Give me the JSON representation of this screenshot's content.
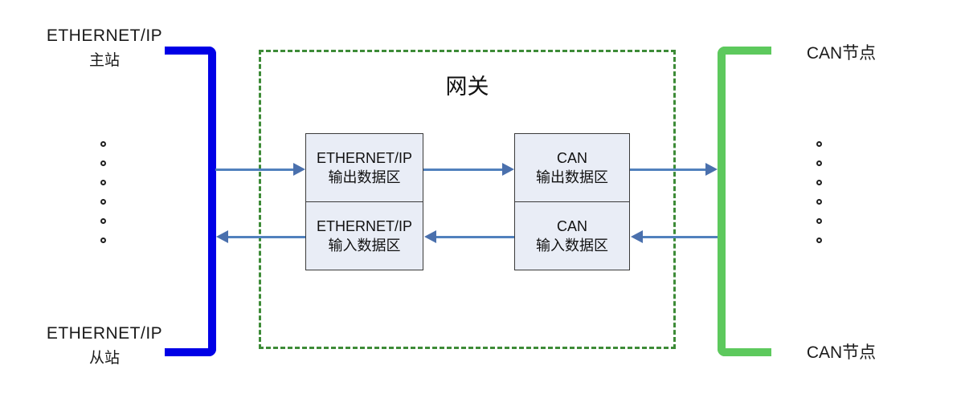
{
  "left_side": {
    "top_label": {
      "line1": "ETHERNET/IP",
      "line2": "主站"
    },
    "bottom_label": {
      "line1": "ETHERNET/IP",
      "line2": "从站"
    },
    "bus_color": "#0000e6"
  },
  "right_side": {
    "top_label": "CAN节点",
    "bottom_label": "CAN节点",
    "bus_color": "#5dc95d"
  },
  "gateway": {
    "title": "网关",
    "border_color": "#3d8b37",
    "box_fill": "#e9edf6",
    "boxes": {
      "eth_out": {
        "line1": "ETHERNET/IP",
        "line2": "输出数据区"
      },
      "eth_in": {
        "line1": "ETHERNET/IP",
        "line2": "输入数据区"
      },
      "can_out": {
        "line1": "CAN",
        "line2": "输出数据区"
      },
      "can_in": {
        "line1": "CAN",
        "line2": "输入数据区"
      }
    }
  },
  "arrows": {
    "color": "#5181bd",
    "head_color": "#4a70ad",
    "top_row_direction": "left-to-right",
    "bottom_row_direction": "right-to-left"
  },
  "ellipsis": {
    "dots_per_side": 6
  }
}
